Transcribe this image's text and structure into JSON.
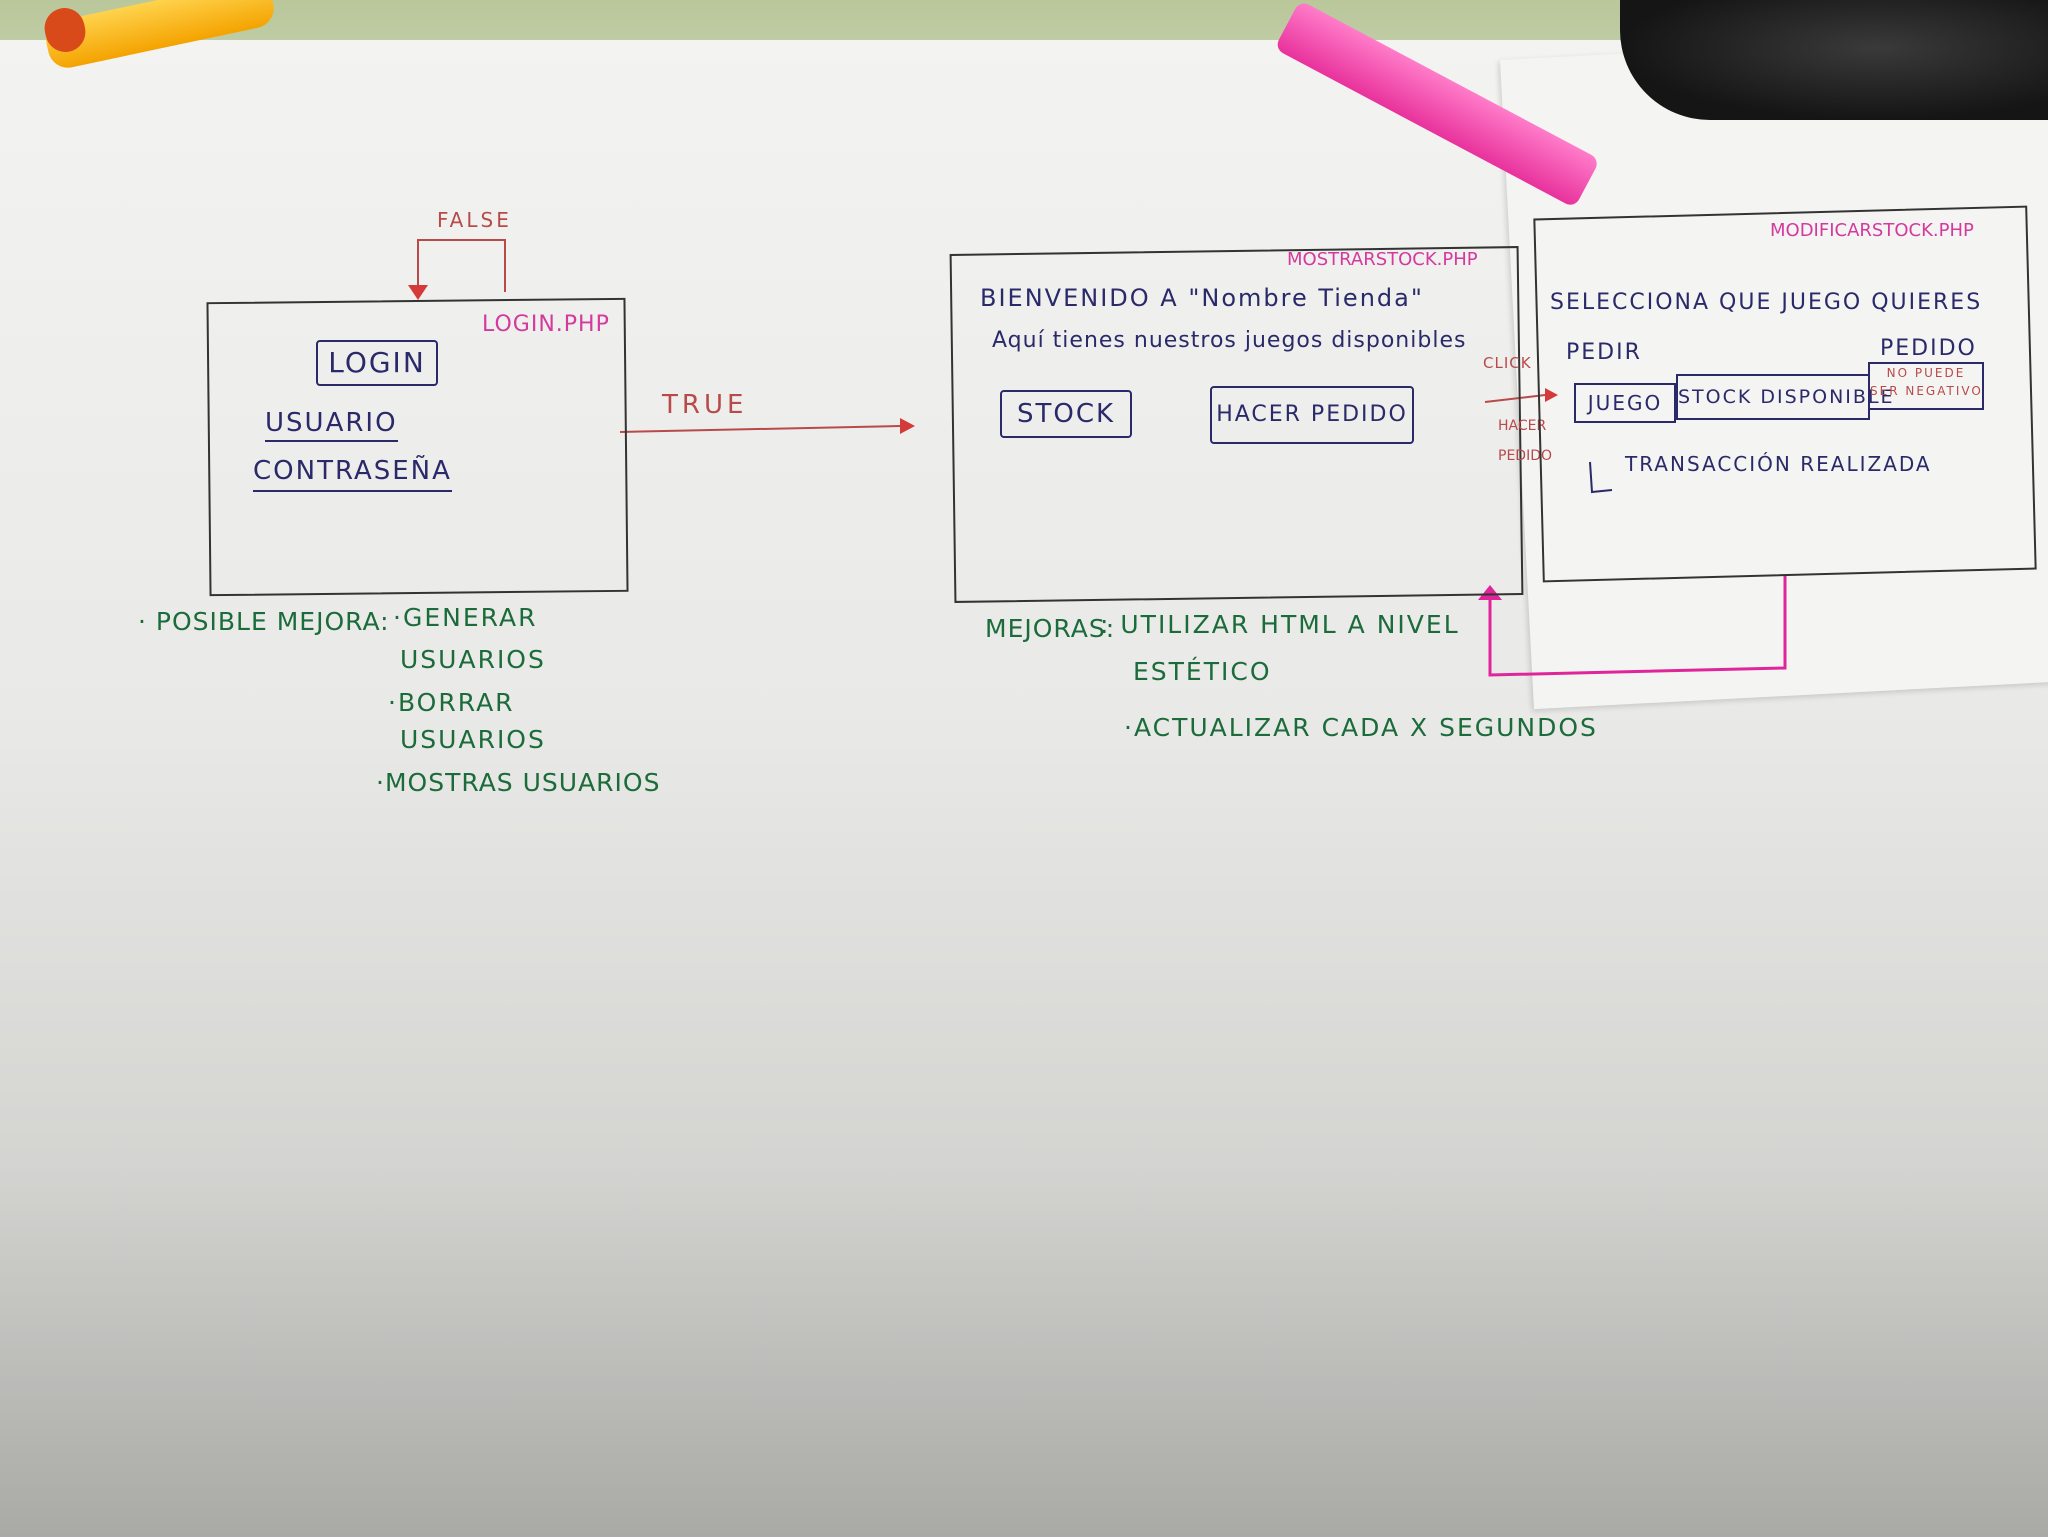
{
  "login_screen": {
    "file_label": "LOGIN.PHP",
    "title_button": "LOGIN",
    "user_field": "USUARIO",
    "password_field": "CONTRASEÑA",
    "false_label": "FALSE"
  },
  "true_label": "TRUE",
  "login_notes": {
    "heading": "· POSIBLE MEJORA:",
    "items": [
      "·GENERAR",
      "USUARIOS",
      "·BORRAR",
      "USUARIOS",
      "·MOSTRAS USUARIOS"
    ]
  },
  "stock_screen": {
    "file_label": "MOSTRARSTOCK.PHP",
    "welcome": "BIENVENIDO A \"Nombre Tienda\"",
    "subtitle": "Aquí tienes nuestros juegos disponibles",
    "stock_button": "STOCK",
    "order_button": "HACER PEDIDO"
  },
  "stock_notes": {
    "heading": "MEJORAS:",
    "items": [
      ": UTILIZAR HTML A NIVEL",
      "ESTÉTICO",
      "·ACTUALIZAR CADA X SEGUNDOS"
    ]
  },
  "click_label": "CLICK",
  "arrow_label": [
    "HACER",
    "PEDIDO"
  ],
  "modify_screen": {
    "file_label": "MODIFICARSTOCK.PHP",
    "prompt_line1": "SELECCIONA QUE JUEGO QUIERES",
    "prompt_line2": "PEDIR",
    "columns": [
      "JUEGO",
      "STOCK DISPONIBLE"
    ],
    "order_col": "PEDIDO",
    "order_note": [
      "NO PUEDE",
      "SER NEGATIVO"
    ],
    "result": "TRANSACCIÓN REALIZADA"
  }
}
